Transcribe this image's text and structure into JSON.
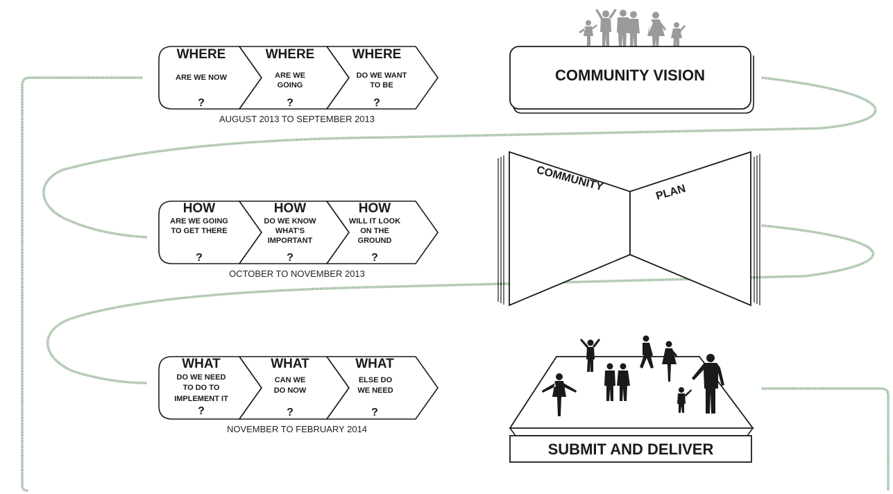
{
  "rows": [
    {
      "id": "where",
      "date": "AUGUST 2013 TO SEPTEMBER 2013",
      "stages": [
        {
          "heading": "WHERE",
          "lines": [
            "ARE WE NOW"
          ],
          "mark": "?"
        },
        {
          "heading": "WHERE",
          "lines": [
            "ARE WE",
            "GOING"
          ],
          "mark": "?"
        },
        {
          "heading": "WHERE",
          "lines": [
            "DO WE WANT",
            "TO BE"
          ],
          "mark": "?"
        }
      ]
    },
    {
      "id": "how",
      "date": "OCTOBER TO NOVEMBER 2013",
      "stages": [
        {
          "heading": "HOW",
          "lines": [
            "ARE WE GOING",
            "TO GET THERE"
          ],
          "mark": "?"
        },
        {
          "heading": "HOW",
          "lines": [
            "DO WE KNOW",
            "WHAT'S",
            "IMPORTANT"
          ],
          "mark": "?"
        },
        {
          "heading": "HOW",
          "lines": [
            "WILL IT LOOK",
            "ON  THE",
            "GROUND"
          ],
          "mark": "?"
        }
      ]
    },
    {
      "id": "what",
      "date": "NOVEMBER TO FEBRUARY 2014",
      "stages": [
        {
          "heading": "WHAT",
          "lines": [
            "DO WE NEED",
            "TO DO TO",
            "IMPLEMENT IT"
          ],
          "mark": "?"
        },
        {
          "heading": "WHAT",
          "lines": [
            "CAN WE",
            "DO NOW"
          ],
          "mark": "?"
        },
        {
          "heading": "WHAT",
          "lines": [
            "ELSE DO",
            "WE NEED"
          ],
          "mark": "?"
        }
      ]
    }
  ],
  "milestones": {
    "vision": "COMMUNITY VISION",
    "plan_left": "COMMUNITY",
    "plan_right": "PLAN",
    "deliver": "SUBMIT AND DELIVER"
  },
  "colors": {
    "path": "#5f8f5f",
    "ink": "#1a1a1a",
    "people_grey": "#9a9a9a"
  }
}
